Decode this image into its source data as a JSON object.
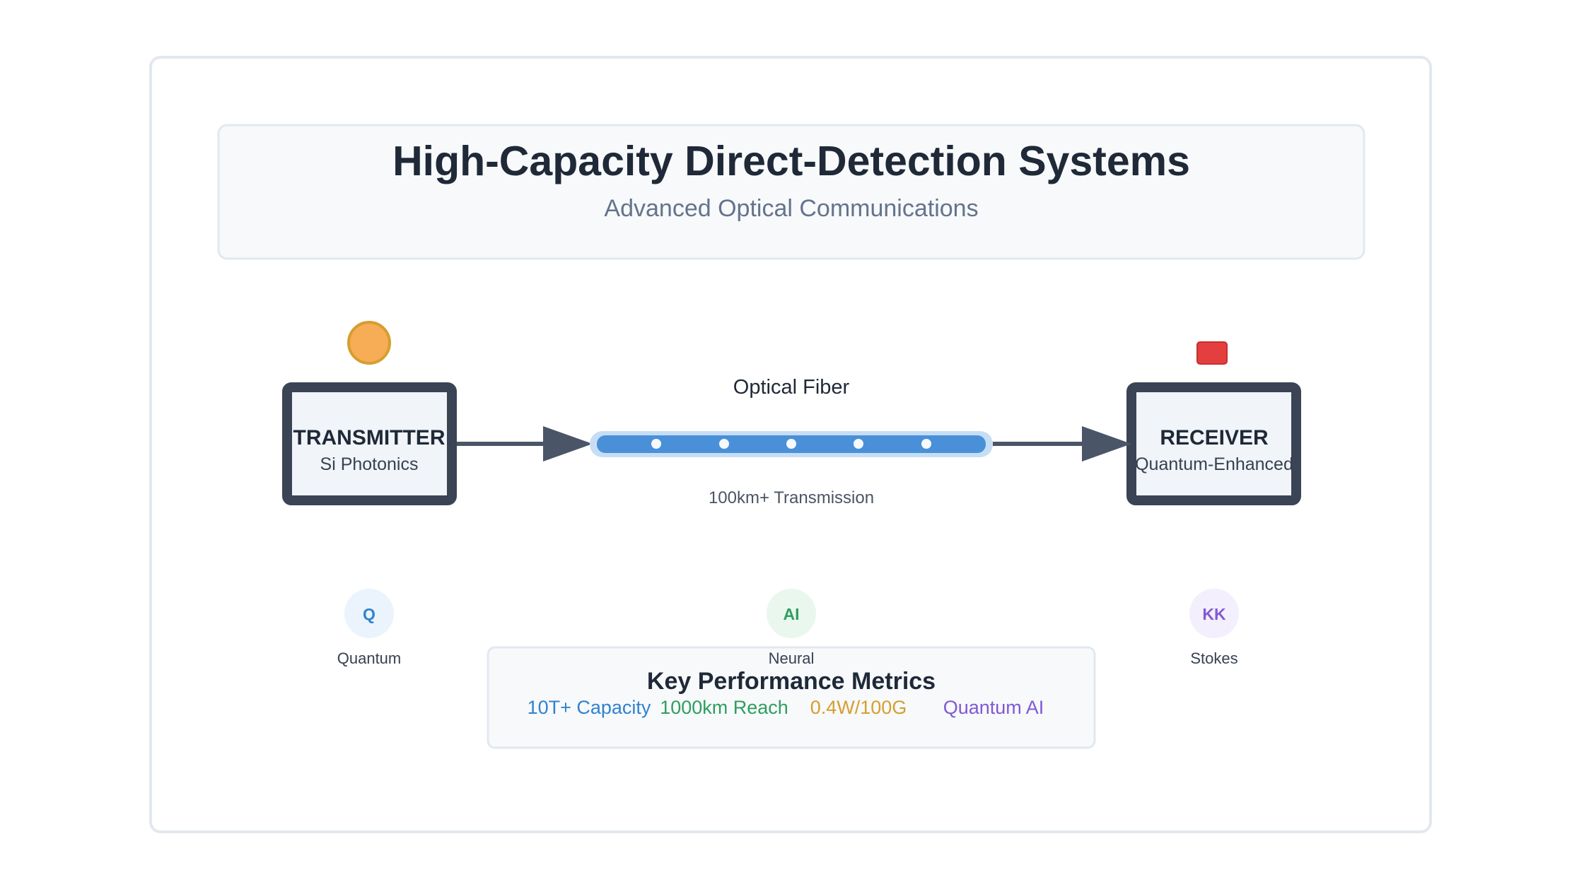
{
  "header": {
    "title": "High-Capacity Direct-Detection Systems",
    "subtitle": "Advanced Optical Communications"
  },
  "transmitter": {
    "title": "TRANSMITTER",
    "subtitle": "Si Photonics"
  },
  "receiver": {
    "title": "RECEIVER",
    "subtitle": "Quantum-Enhanced"
  },
  "fiber": {
    "label": "Optical Fiber",
    "sublabel": "100km+ Transmission"
  },
  "badges": [
    {
      "text": "Q",
      "label": "Quantum",
      "color": "#3182ce",
      "bg": "#ebf4fc"
    },
    {
      "text": "AI",
      "label": "Neural",
      "color": "#2f9e60",
      "bg": "#eaf7ef"
    },
    {
      "text": "KK",
      "label": "Stokes",
      "color": "#805ad5",
      "bg": "#f3effc"
    }
  ],
  "metrics": {
    "title": "Key Performance Metrics",
    "items": [
      {
        "text": "10T+ Capacity",
        "color": "#3182ce"
      },
      {
        "text": "1000km Reach",
        "color": "#2f9e60"
      },
      {
        "text": "0.4W/100G",
        "color": "#d69e2e"
      },
      {
        "text": "Quantum AI",
        "color": "#805ad5"
      }
    ]
  },
  "colors": {
    "box_border": "#3b4455",
    "box_fill": "#f1f4f8",
    "arrow": "#4a5568",
    "fiber": "#4a90d9",
    "fiber_glow": "#c6def5",
    "laser": "#f6ad55",
    "detector": "#e53e3e"
  }
}
